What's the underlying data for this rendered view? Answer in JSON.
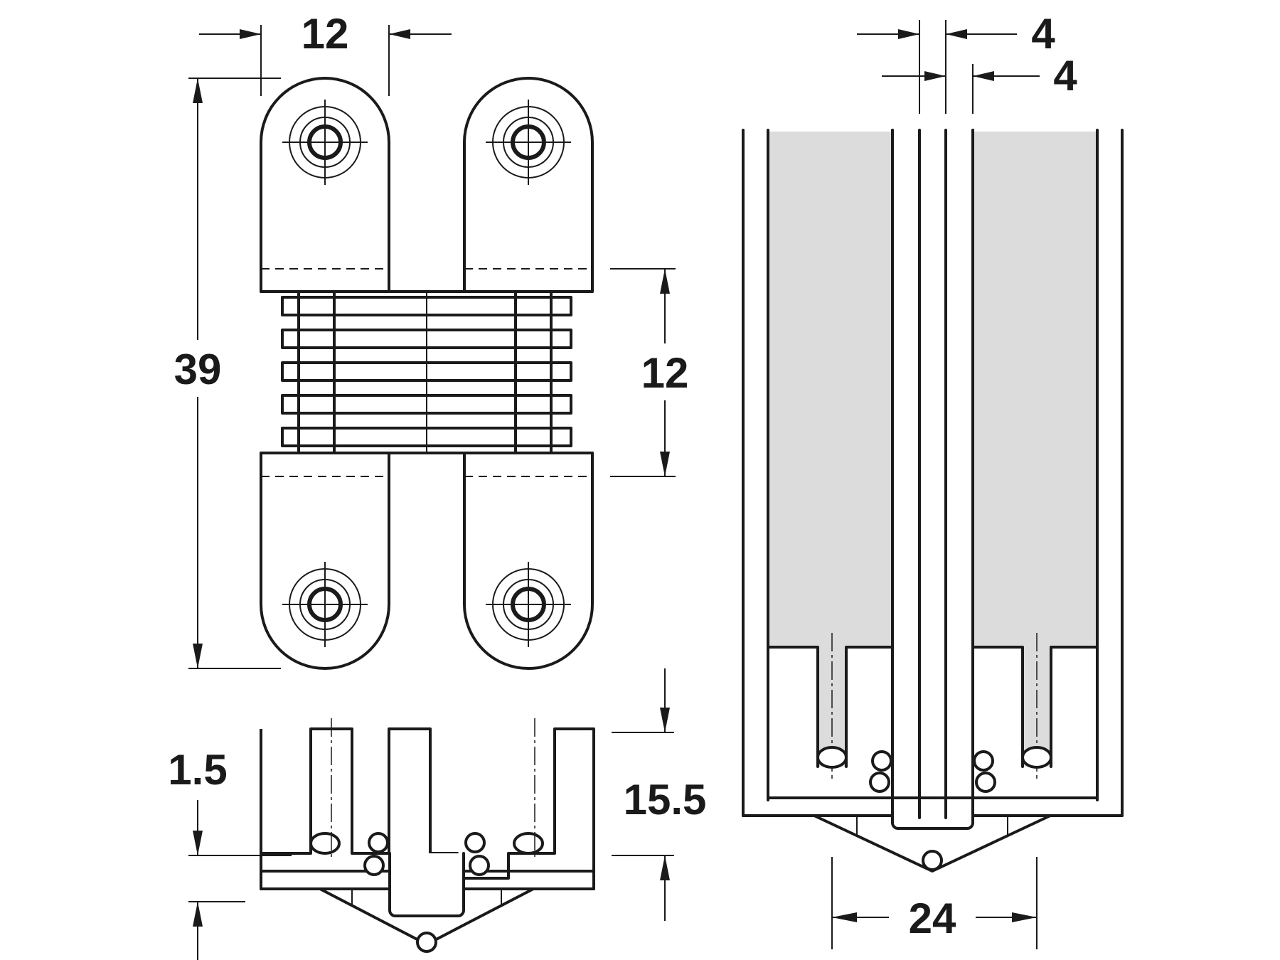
{
  "dimensions": {
    "top_width": "12",
    "total_height": "39",
    "body_height": "12",
    "offset": "1.5",
    "depth": "15.5",
    "gap_a": "4",
    "gap_b": "4",
    "door_thickness": "24"
  }
}
